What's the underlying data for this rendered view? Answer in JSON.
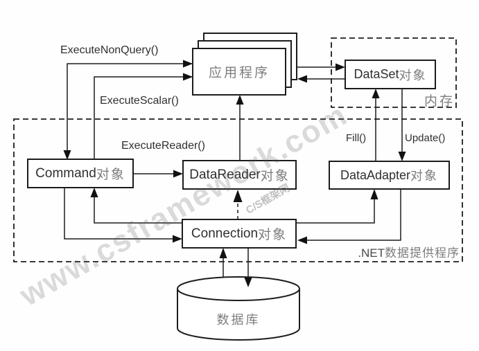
{
  "diagram": {
    "boxes": {
      "application": {
        "latin": "",
        "han": "应用程序"
      },
      "dataset": {
        "latin": "DataSet",
        "han": "对象"
      },
      "command": {
        "latin": "Command",
        "han": "对象"
      },
      "datareader": {
        "latin": "DataReader",
        "han": "对象"
      },
      "dataadapter": {
        "latin": "DataAdapter",
        "han": "对象"
      },
      "connection": {
        "latin": "Connection",
        "han": "对象"
      },
      "database": {
        "latin": "",
        "han": "数据库"
      }
    },
    "regions": {
      "memory": {
        "latin": "",
        "han": "内存"
      },
      "provider": {
        "latin": ".NET",
        "han": "数据提供程序"
      }
    },
    "methods": {
      "execute_non_query": "ExecuteNonQuery()",
      "execute_scalar": "ExecuteScalar()",
      "execute_reader": "ExecuteReader()",
      "fill": "Fill()",
      "update": "Update()"
    },
    "watermark": {
      "main": "www.csframework.com",
      "secondary": "C/S框架网"
    },
    "colors": {
      "line": "#1c1c1c",
      "box_border": "#1c1c1c",
      "background": "#fefefe",
      "latin_text": "#2f2f2f",
      "han_text": "#7d7d7d",
      "watermark": "#c7c7c7"
    }
  }
}
